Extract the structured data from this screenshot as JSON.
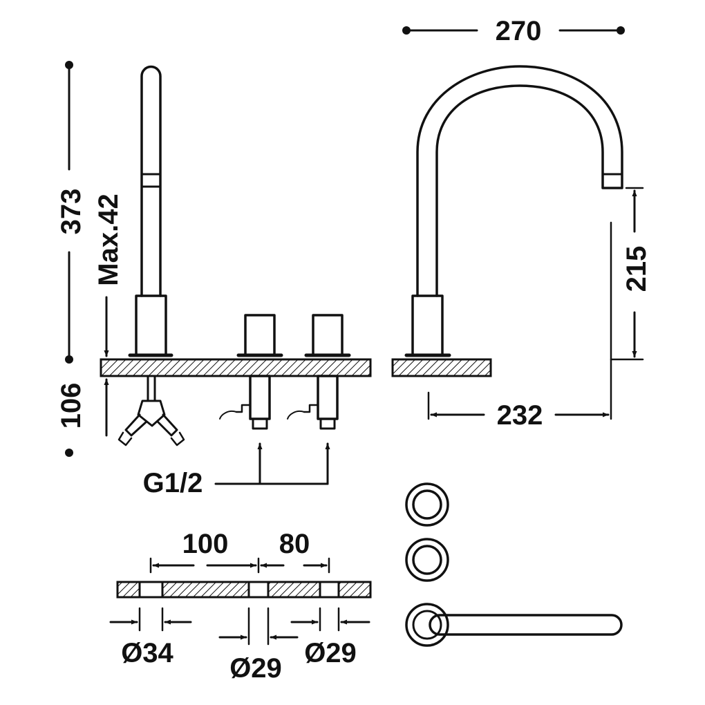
{
  "dimensions": {
    "spout_reach_top": "270",
    "total_height": "373",
    "deck_thickness_max": "Max.42",
    "below_deck": "106",
    "spout_clearance": "215",
    "spout_projection": "232",
    "connection_thread": "G1/2",
    "spacing_left": "100",
    "spacing_right": "80",
    "hole_diameter_left": "Ø34",
    "hole_diameter_middle": "Ø29",
    "hole_diameter_right": "Ø29"
  },
  "colors": {
    "line": "#111111",
    "background": "#ffffff"
  }
}
